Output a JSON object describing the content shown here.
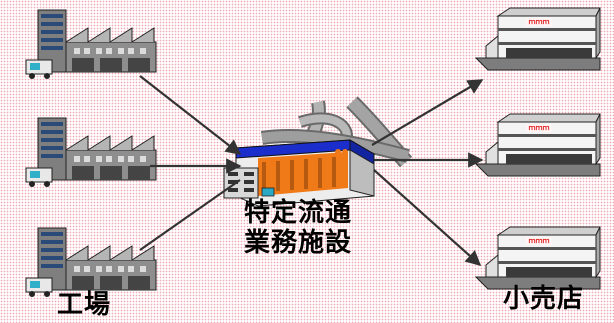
{
  "labels": {
    "factory": "工場",
    "center_line1": "特定流通",
    "center_line2": "業務施設",
    "store": "小売店"
  },
  "store_sign": "ｍｍｍ",
  "colors": {
    "background_dots": "#f1a9b3",
    "arrow": "#333333",
    "road": "#8d8d8d",
    "center_roof": "#1b2ecc",
    "center_wall": "#f07a18",
    "factory_wall": "#8a8a8a",
    "store_sign": "#e02020"
  }
}
